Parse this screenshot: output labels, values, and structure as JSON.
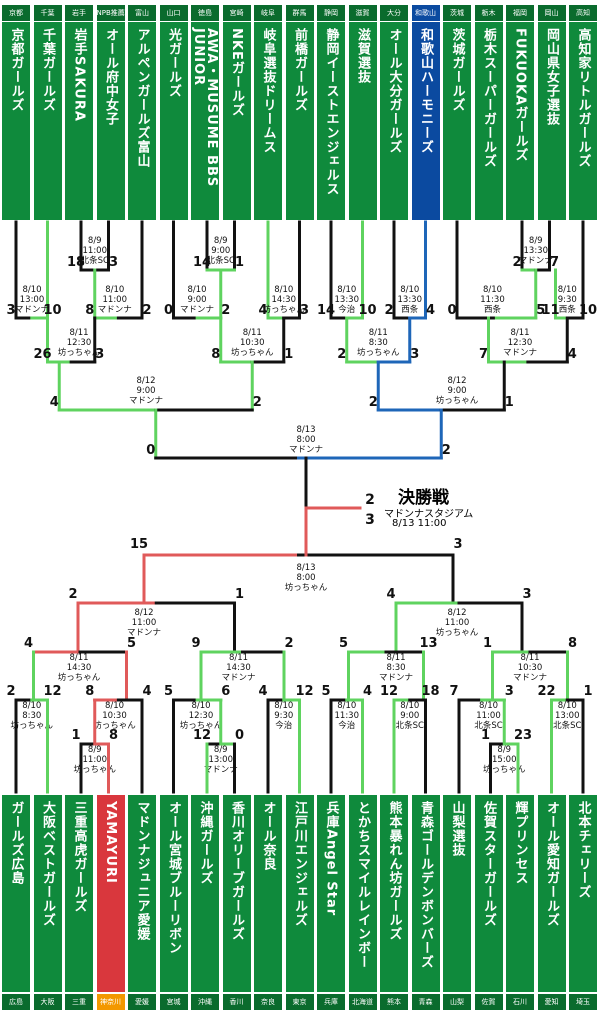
{
  "colors": {
    "green": "#0f8a3c",
    "darkgreen": "#0a6b2d",
    "blue": "#0b4aa0",
    "red": "#d9373d",
    "orange": "#f39800",
    "line_green": "#5fd35f",
    "line_red": "#e05a5a",
    "line_blue": "#1e66b8"
  },
  "top_teams": [
    {
      "pref": "京都",
      "name": "京都ガールズ"
    },
    {
      "pref": "千葉",
      "name": "千葉ガールズ"
    },
    {
      "pref": "岩手",
      "name": "岩手SAKURA"
    },
    {
      "pref": "NPB推薦",
      "name": "オール府中女子"
    },
    {
      "pref": "富山",
      "name": "アルペンガールズ富山"
    },
    {
      "pref": "山口",
      "name": "光ガールズ"
    },
    {
      "pref": "徳島",
      "name": "AWA・MUSUME BBS JUNIOR"
    },
    {
      "pref": "宮崎",
      "name": "NKEガールズ"
    },
    {
      "pref": "岐阜",
      "name": "岐阜選抜ドリームス"
    },
    {
      "pref": "群馬",
      "name": "前橋ガールズ"
    },
    {
      "pref": "静岡",
      "name": "静岡イーストエンジェルス"
    },
    {
      "pref": "滋賀",
      "name": "滋賀選抜"
    },
    {
      "pref": "大分",
      "name": "オール大分ガールズ"
    },
    {
      "pref": "和歌山",
      "name": "和歌山ハーモニーズ"
    },
    {
      "pref": "茨城",
      "name": "茨城ガールズ"
    },
    {
      "pref": "栃木",
      "name": "栃木スーパーガールズ"
    },
    {
      "pref": "福岡",
      "name": "FUKUOKAガールズ"
    },
    {
      "pref": "岡山",
      "name": "岡山県女子選抜"
    },
    {
      "pref": "高知",
      "name": "高知家リトルガールズ"
    }
  ],
  "bottom_teams": [
    {
      "pref": "広島",
      "name": "ガールズ広島"
    },
    {
      "pref": "大阪",
      "name": "大阪ベストガールズ"
    },
    {
      "pref": "三重",
      "name": "三重高虎ガールズ"
    },
    {
      "pref": "神奈川",
      "name": "YAMAYURI"
    },
    {
      "pref": "愛媛",
      "name": "マドンナジュニア愛媛"
    },
    {
      "pref": "宮城",
      "name": "オール宮城ブルーリボン"
    },
    {
      "pref": "沖縄",
      "name": "沖縄ガールズ"
    },
    {
      "pref": "香川",
      "name": "香川オリーブガールズ"
    },
    {
      "pref": "奈良",
      "name": "オール奈良"
    },
    {
      "pref": "東京",
      "name": "江戸川エンジェルズ"
    },
    {
      "pref": "兵庫",
      "name": "兵庫Angel Star"
    },
    {
      "pref": "北海道",
      "name": "とかちスマイルレインボー"
    },
    {
      "pref": "熊本",
      "name": "熊本暴れん坊ガールズ"
    },
    {
      "pref": "青森",
      "name": "青森ゴールデンボンバーズ"
    },
    {
      "pref": "山梨",
      "name": "山梨選抜"
    },
    {
      "pref": "佐賀",
      "name": "佐賀スターガールズ"
    },
    {
      "pref": "石川",
      "name": "輝プリンセス"
    },
    {
      "pref": "愛知",
      "name": "オール愛知ガールズ"
    },
    {
      "pref": "埼玉",
      "name": "北本チェリーズ"
    }
  ],
  "final": {
    "title": "決勝戦",
    "venue": "マドンナスタジアム",
    "datetime": "8/13 11:00",
    "score_top": "2",
    "score_bottom": "3"
  },
  "matches": [
    {
      "info": [
        "8/9",
        "11:00",
        "北条SC"
      ],
      "scores": [
        "18",
        "3"
      ]
    },
    {
      "info": [
        "8/10",
        "13:00",
        "マドンナ"
      ],
      "scores": [
        "3",
        "10"
      ]
    },
    {
      "info": [
        "8/10",
        "11:00",
        "マドンナ"
      ],
      "scores": [
        "8",
        "2"
      ]
    },
    {
      "info": [
        "8/11",
        "12:30",
        "坊っちゃん"
      ],
      "scores": [
        "26",
        "3"
      ]
    },
    {
      "info": [
        "8/9",
        "9:00",
        "北条SC"
      ],
      "scores": [
        "14",
        "1"
      ]
    },
    {
      "info": [
        "8/10",
        "9:00",
        "マドンナ"
      ],
      "scores": [
        "0",
        "2"
      ]
    },
    {
      "info": [
        "8/10",
        "14:30",
        "坊っちゃん"
      ],
      "scores": [
        "4",
        "3"
      ]
    },
    {
      "info": [
        "8/11",
        "10:30",
        "坊っちゃん"
      ],
      "scores": [
        "8",
        "1"
      ]
    },
    {
      "info": [
        "8/12",
        "9:00",
        "マドンナ"
      ],
      "scores": [
        "4",
        "2"
      ]
    },
    {
      "info": [
        "8/10",
        "13:30",
        "今治"
      ],
      "scores": [
        "14",
        "10"
      ]
    },
    {
      "info": [
        "8/10",
        "13:30",
        "西条"
      ],
      "scores": [
        "2",
        "4"
      ]
    },
    {
      "info": [
        "8/11",
        "8:30",
        "坊っちゃん"
      ],
      "scores": [
        "2",
        "3"
      ]
    },
    {
      "info": [
        "8/9",
        "13:30",
        "マドンナ"
      ],
      "scores": [
        "2",
        "7"
      ]
    },
    {
      "info": [
        "8/10",
        "11:30",
        "西条"
      ],
      "scores": [
        "0",
        "5"
      ]
    },
    {
      "info": [
        "8/10",
        "9:30",
        "西条"
      ],
      "scores": [
        "11",
        "10"
      ]
    },
    {
      "info": [
        "8/11",
        "12:30",
        "マドンナ"
      ],
      "scores": [
        "7",
        "4"
      ]
    },
    {
      "info": [
        "8/12",
        "9:00",
        "坊っちゃん"
      ],
      "scores": [
        "2",
        "1"
      ]
    },
    {
      "info": [
        "8/13",
        "8:00",
        "マドンナ"
      ],
      "scores": [
        "0",
        "2"
      ]
    },
    {
      "info": [
        "8/13",
        "8:00",
        "坊っちゃん"
      ],
      "scores": [
        "15",
        "3"
      ]
    },
    {
      "info": [
        "8/12",
        "11:00",
        "マドンナ"
      ],
      "scores": [
        "2",
        "1"
      ]
    },
    {
      "info": [
        "8/12",
        "11:00",
        "坊っちゃん"
      ],
      "scores": [
        "4",
        "3"
      ]
    },
    {
      "info": [
        "8/11",
        "14:30",
        "坊っちゃん"
      ],
      "scores": [
        "4",
        "5"
      ]
    },
    {
      "info": [
        "8/11",
        "14:30",
        "マドンナ"
      ],
      "scores": [
        "9",
        "2"
      ]
    },
    {
      "info": [
        "8/11",
        "8:30",
        "マドンナ"
      ],
      "scores": [
        "5",
        "13"
      ]
    },
    {
      "info": [
        "8/11",
        "10:30",
        "マドンナ"
      ],
      "scores": [
        "1",
        "8"
      ]
    },
    {
      "info": [
        "8/10",
        "8:30",
        "坊っちゃん"
      ],
      "scores": [
        "2",
        "12"
      ]
    },
    {
      "info": [
        "8/10",
        "10:30",
        "坊っちゃん"
      ],
      "scores": [
        "8",
        "4"
      ]
    },
    {
      "info": [
        "8/10",
        "12:30",
        "坊っちゃん"
      ],
      "scores": [
        "5",
        "6"
      ]
    },
    {
      "info": [
        "8/10",
        "9:30",
        "今治"
      ],
      "scores": [
        "4",
        "12"
      ]
    },
    {
      "info": [
        "8/10",
        "11:30",
        "今治"
      ],
      "scores": [
        "5",
        "4"
      ]
    },
    {
      "info": [
        "8/10",
        "9:00",
        "北条SC"
      ],
      "scores": [
        "12",
        "18"
      ]
    },
    {
      "info": [
        "8/10",
        "11:00",
        "北条SC"
      ],
      "scores": [
        "7",
        "3"
      ]
    },
    {
      "info": [
        "8/10",
        "13:00",
        "北条SC"
      ],
      "scores": [
        "22",
        "1"
      ]
    },
    {
      "info": [
        "8/9",
        "11:00",
        "坊っちゃん"
      ],
      "scores": [
        "1",
        "8"
      ]
    },
    {
      "info": [
        "8/9",
        "13:00",
        "マドンナ"
      ],
      "scores": [
        "12",
        "0"
      ]
    },
    {
      "info": [
        "8/9",
        "15:00",
        "坊っちゃん"
      ],
      "scores": [
        "1",
        "23"
      ]
    }
  ]
}
